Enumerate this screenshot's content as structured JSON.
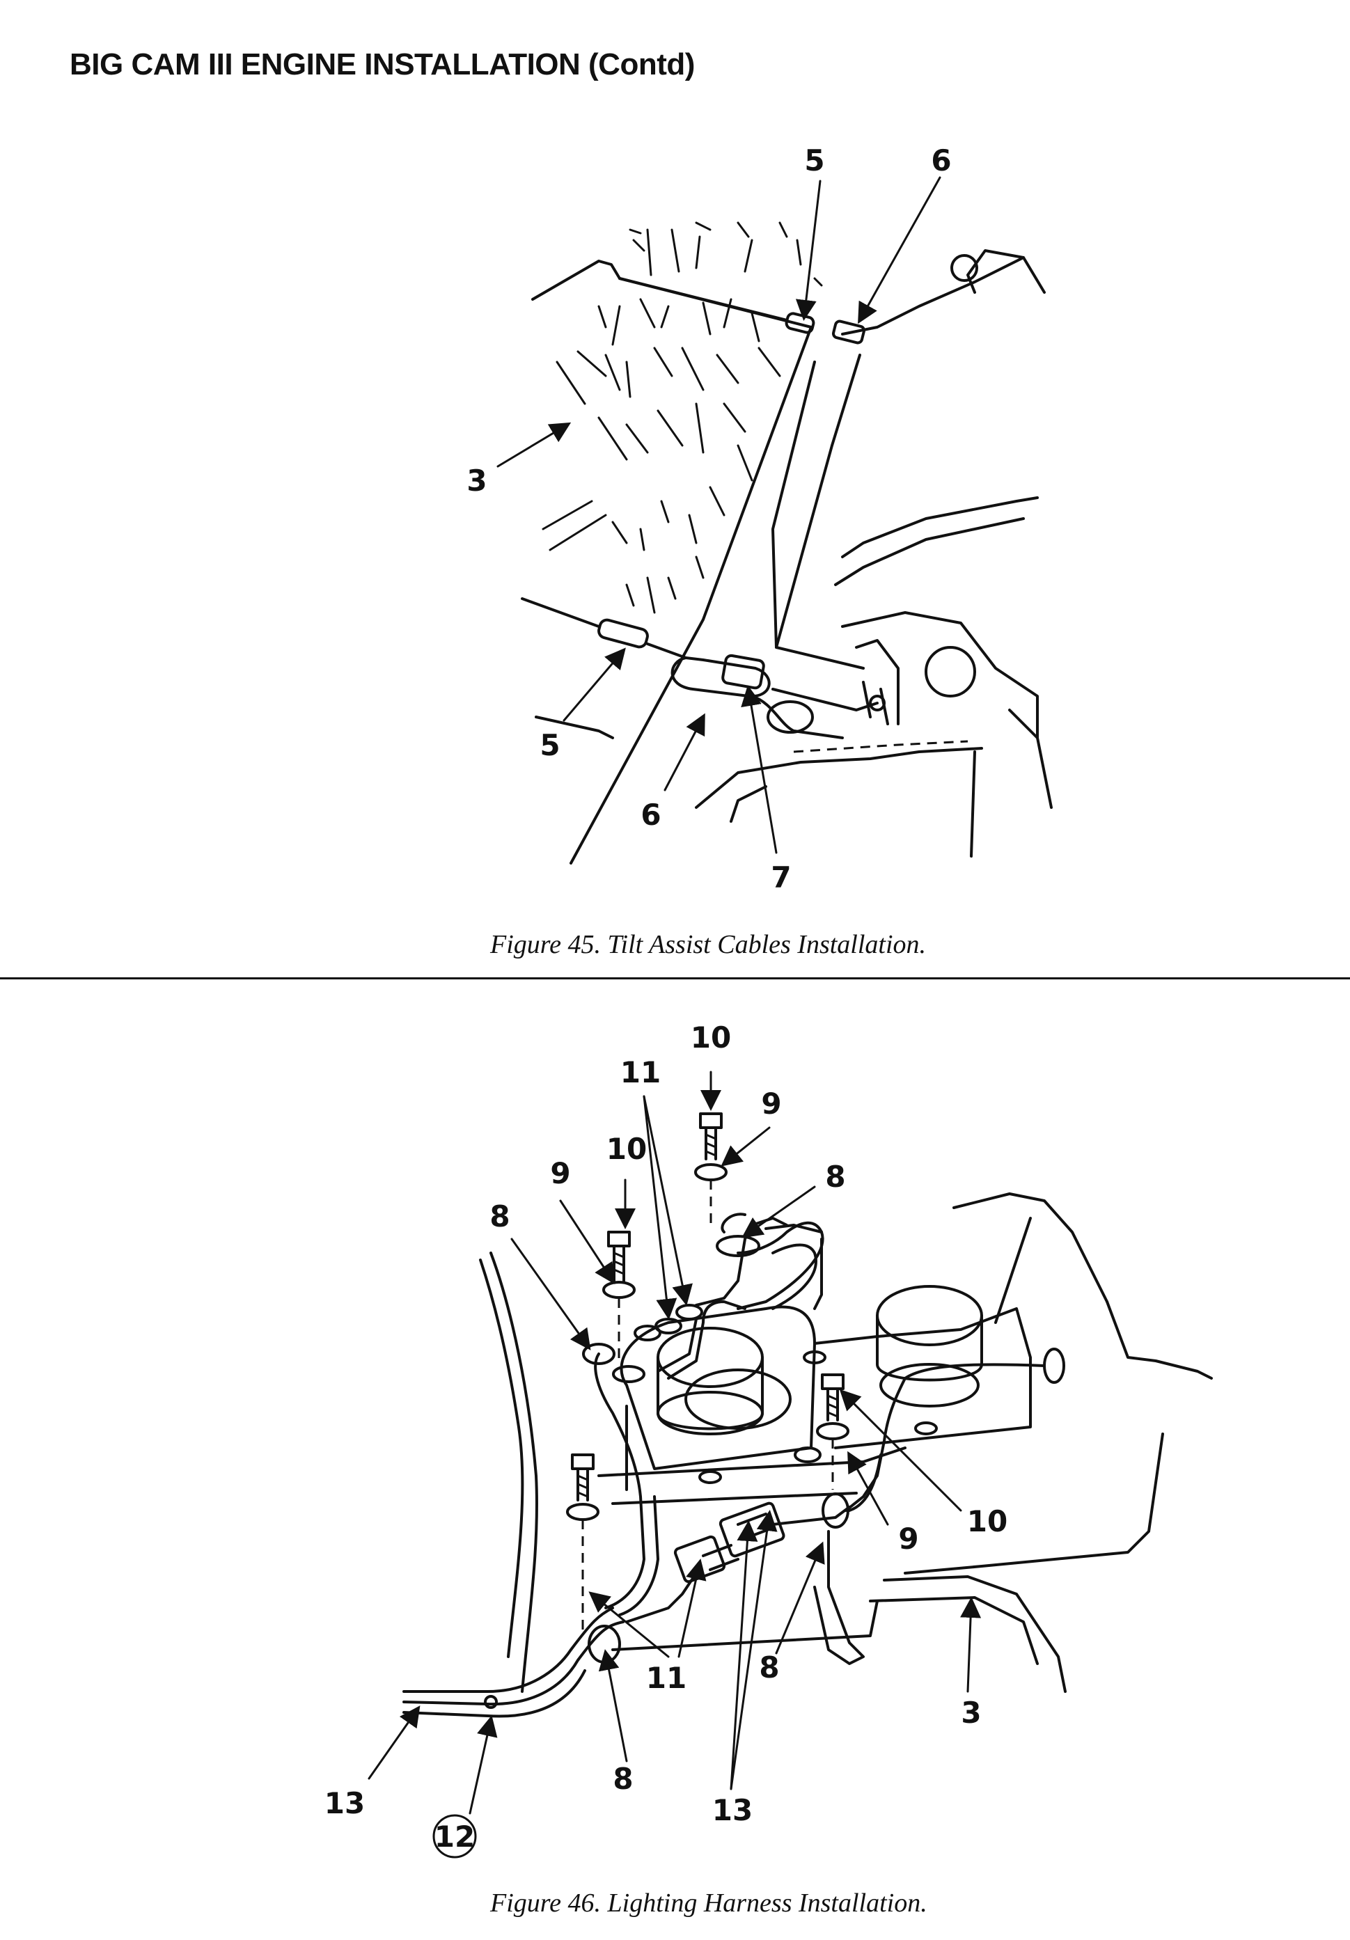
{
  "page": {
    "heading": "BIG CAM III ENGINE INSTALLATION (Contd)"
  },
  "figure45": {
    "caption": "Figure 45.  Tilt Assist Cables Installation.",
    "callouts": {
      "c5_top": "5",
      "c6_top": "6",
      "c3": "3",
      "c5_bottom": "5",
      "c6_bottom": "6",
      "c7": "7"
    }
  },
  "figure46": {
    "caption": "Figure 46.  Lighting Harness Installation.",
    "callouts": {
      "c10_top": "10",
      "c11_top": "11",
      "c9_top": "9",
      "c10_left": "10",
      "c9_left": "9",
      "c8_top": "8",
      "c8_left": "8",
      "c10_right": "10",
      "c9_right": "9",
      "c11_bottom": "11",
      "c8_mid": "8",
      "c3": "3",
      "c8_bottom": "8",
      "c13_bottom": "13",
      "c13_left": "13",
      "c12": "12"
    },
    "arrow_icon": "arrow-icon"
  }
}
